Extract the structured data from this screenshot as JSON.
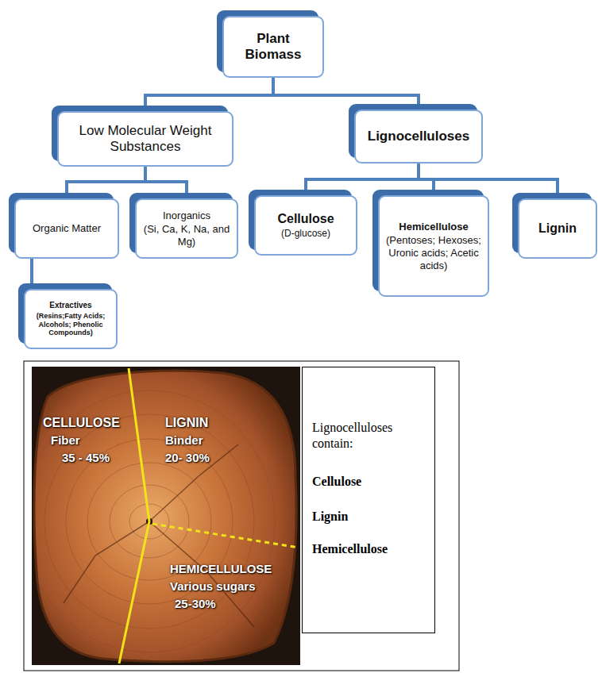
{
  "diagram": {
    "nodes": [
      {
        "text": [
          "Plant Biomass"
        ]
      },
      {
        "text": [
          "Low Molecular Weight Substances"
        ]
      },
      {
        "text": [
          "Lignocelluloses"
        ]
      },
      {
        "text": [
          "Organic Matter"
        ]
      },
      {
        "text": [
          "Inorganics",
          "(Si, Ca, K, Na, and Mg)"
        ]
      },
      {
        "text": [
          "Cellulose",
          "(D-glucose)"
        ]
      },
      {
        "text": [
          "Hemicellulose",
          "(Pentoses; Hexoses; Uronic acids; Acetic acids)"
        ]
      },
      {
        "text": [
          "Lignin"
        ]
      },
      {
        "text": [
          "Extractives",
          "(Resins;Fatty Acids; Alcohols; Phenolic Compounds)"
        ]
      },
      {
        "text": [
          "Lignocelluloses contain:",
          "Cellulose",
          "Lignin",
          "Hemicellulose"
        ]
      }
    ],
    "edges": [
      {
        "from": 0,
        "to": 1,
        "arrow": "none"
      },
      {
        "from": 0,
        "to": 2,
        "arrow": "none"
      },
      {
        "from": 1,
        "to": 3,
        "arrow": "none"
      },
      {
        "from": 1,
        "to": 4,
        "arrow": "none"
      },
      {
        "from": 2,
        "to": 5,
        "arrow": "none"
      },
      {
        "from": 2,
        "to": 6,
        "arrow": "none"
      },
      {
        "from": 2,
        "to": 7,
        "arrow": "none"
      },
      {
        "from": 3,
        "to": 8,
        "arrow": "none"
      }
    ],
    "labels": [
      "CELLULOSE",
      "Fiber",
      "35 - 45%",
      "LIGNIN",
      "Binder",
      "20- 30%",
      "HEMICELLULOSE",
      "Various sugars",
      "25-30%"
    ]
  }
}
